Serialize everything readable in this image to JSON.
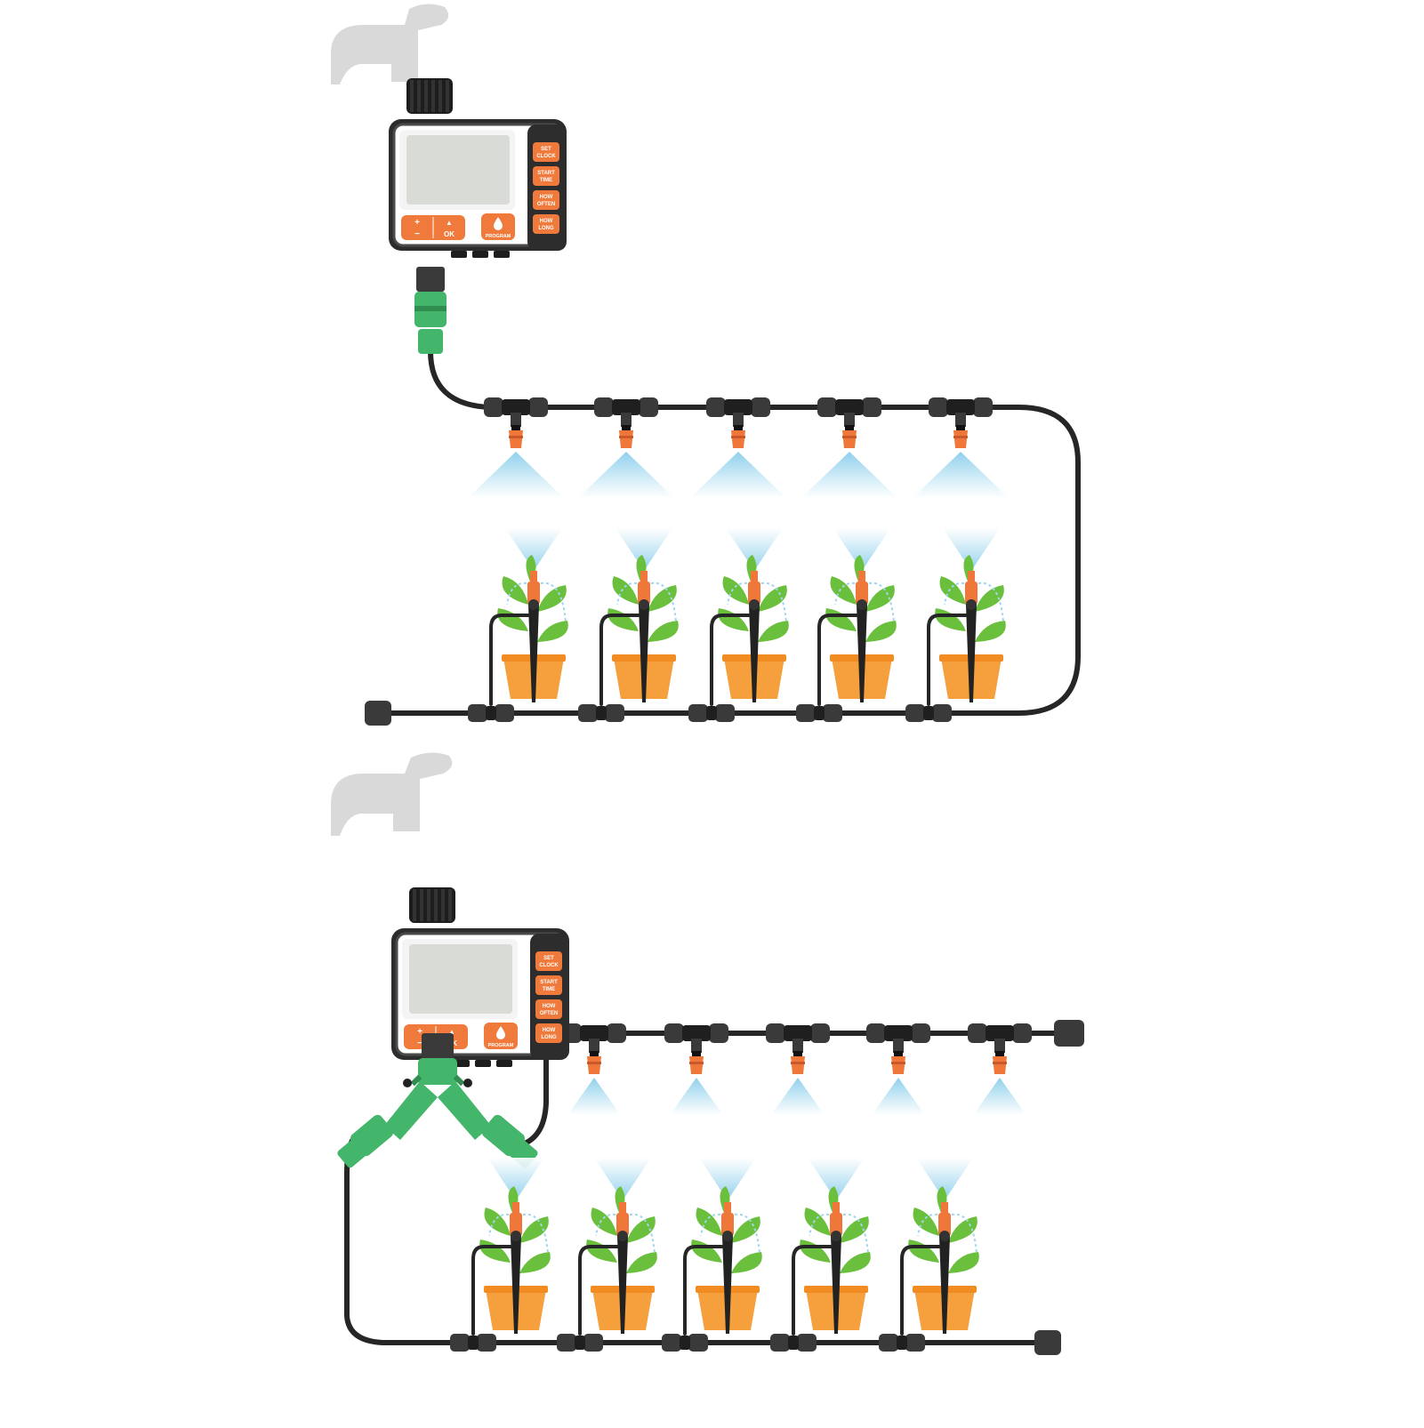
{
  "colors": {
    "background": "#ffffff",
    "tap": "#d9d9d9",
    "timer_body": "#2d2d2d",
    "timer_rim": "#4a4a4a",
    "lcd": "#d8dbd6",
    "lcd_bezel": "#f4f4f4",
    "button_orange": "#f07a3c",
    "connector_green": "#43b66b",
    "hose": "#262626",
    "fitting": "#3a3a3a",
    "nozzle": "#f0773a",
    "spray": "#9fd6ee",
    "pot": "#f5a03c",
    "leaf": "#6abf3d",
    "stake": "#222222"
  },
  "icons": {
    "tap": "faucet-icon",
    "drop": "water-drop-icon",
    "plant": "potted-plant-icon"
  },
  "timer": {
    "side_buttons": [
      {
        "line1": "SET",
        "line2": "CLOCK"
      },
      {
        "line1": "START",
        "line2": "TIME"
      },
      {
        "line1": "HOW",
        "line2": "OFTEN"
      },
      {
        "line1": "HOW",
        "line2": "LONG"
      }
    ],
    "plus_label": "+",
    "minus_label": "−",
    "up_label": "▲",
    "ok_label": "OK",
    "program_label": "PROGRAM"
  },
  "diagrams": [
    {
      "layout": "single-outlet",
      "mist_nozzle_count": 5,
      "plant_count": 5
    },
    {
      "layout": "dual-outlet-y-splitter",
      "mist_nozzle_count": 5,
      "plant_count": 5
    }
  ]
}
